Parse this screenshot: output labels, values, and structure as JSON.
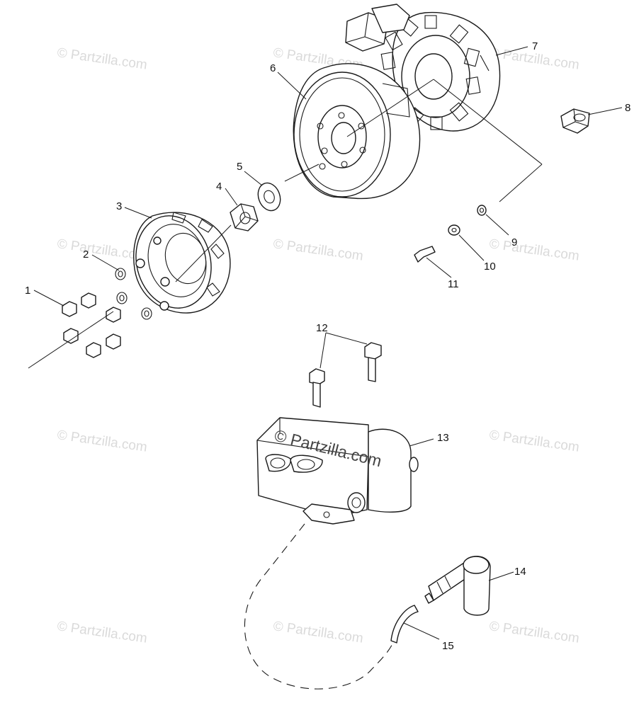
{
  "watermark": "© Partzilla.com",
  "center_watermark": "© Partzilla.com",
  "callouts": [
    "1",
    "2",
    "3",
    "4",
    "5",
    "6",
    "7",
    "8",
    "9",
    "10",
    "11",
    "12",
    "13",
    "14",
    "15"
  ],
  "colors": {
    "line": "#1a1a1a",
    "watermark": "#dadada",
    "background": "#ffffff"
  }
}
